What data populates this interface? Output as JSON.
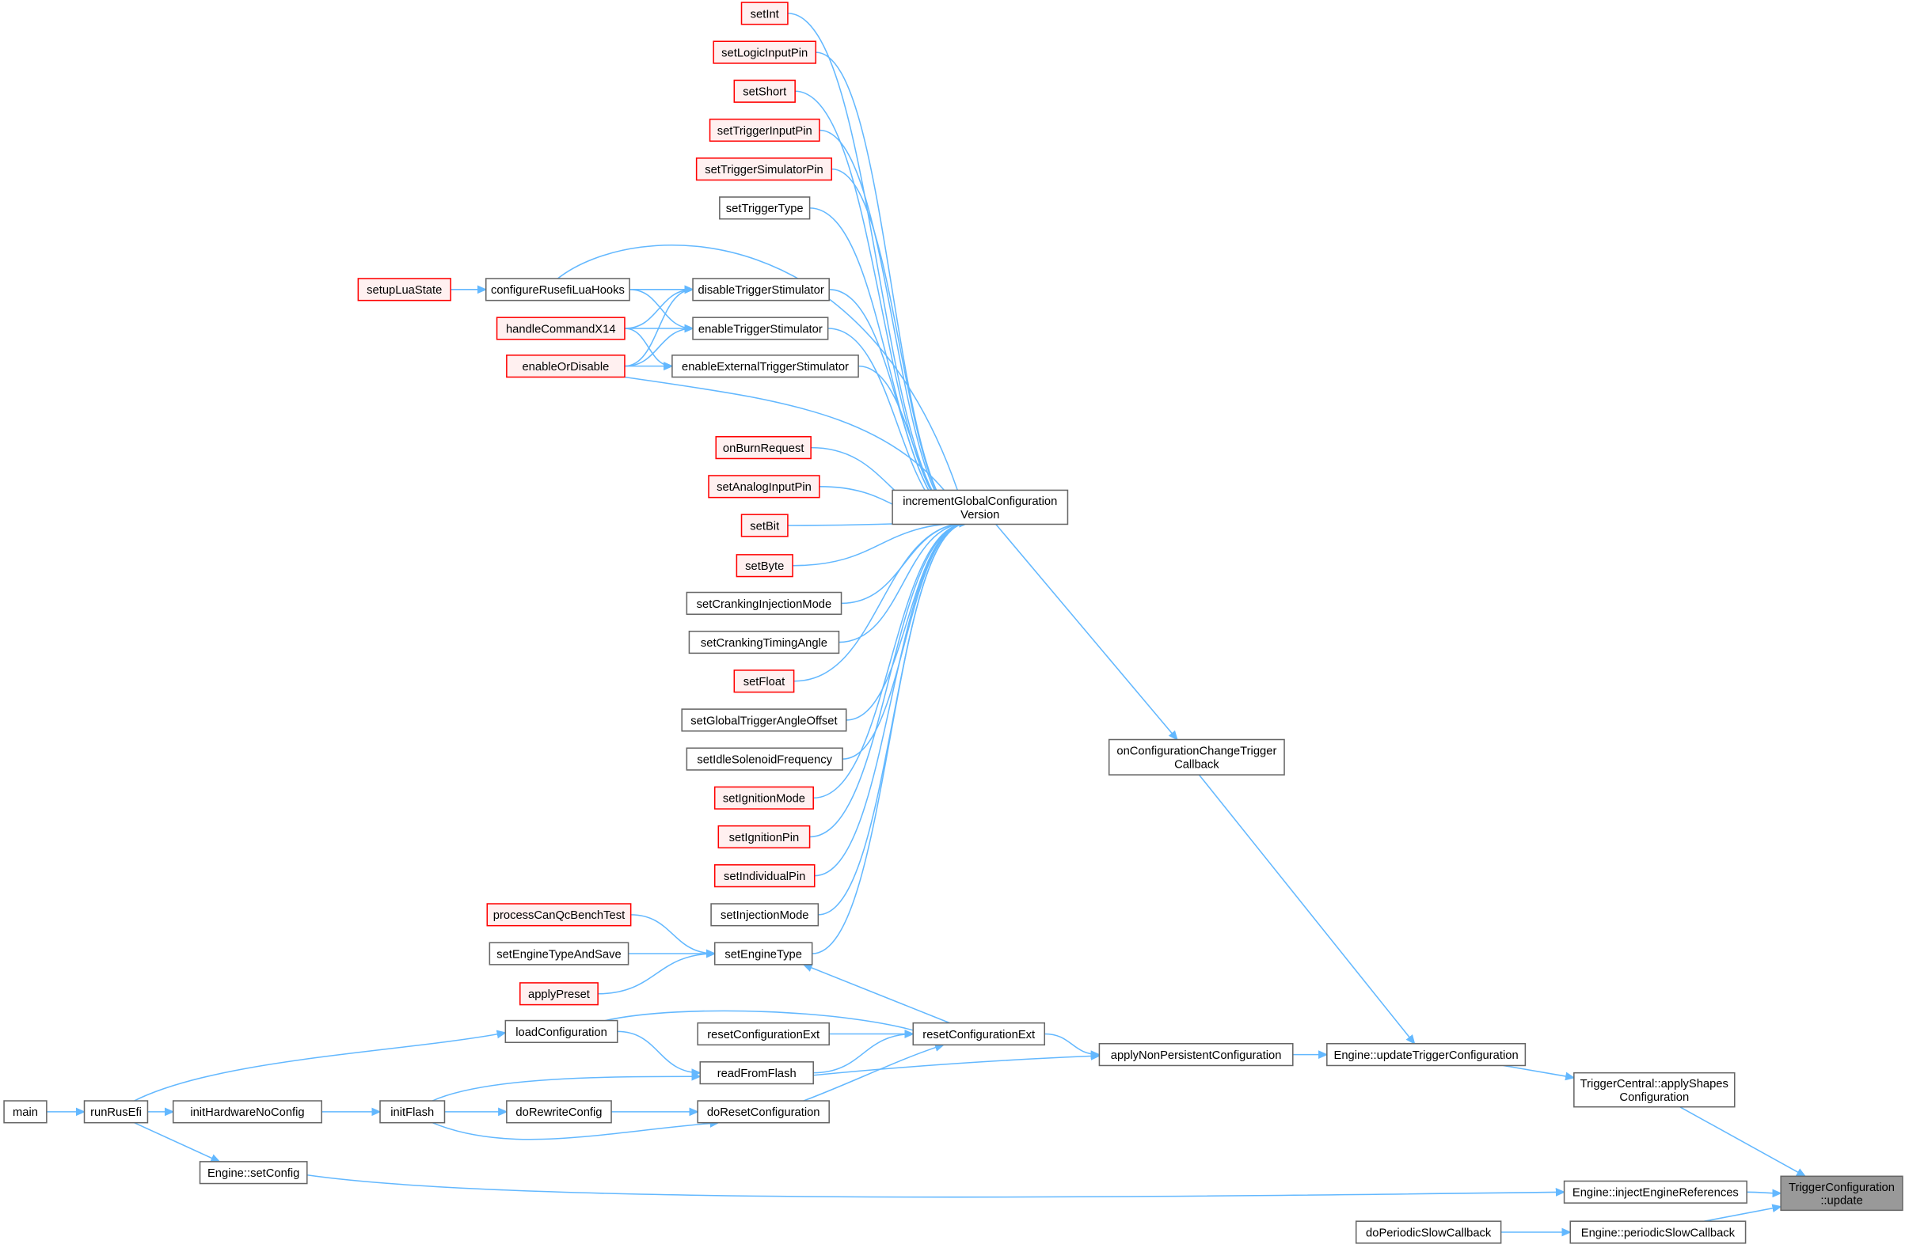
{
  "colors": {
    "edge": "#63b8ff",
    "red_border": "#ff0000",
    "highlight_fill": "#999999"
  },
  "nodes": [
    {
      "id": "setInt",
      "lines": [
        "setInt"
      ],
      "kind": "red"
    },
    {
      "id": "setLogicInputPin",
      "lines": [
        "setLogicInputPin"
      ],
      "kind": "red"
    },
    {
      "id": "setShort",
      "lines": [
        "setShort"
      ],
      "kind": "red"
    },
    {
      "id": "setTriggerInputPin",
      "lines": [
        "setTriggerInputPin"
      ],
      "kind": "red"
    },
    {
      "id": "setTriggerSimulatorPin",
      "lines": [
        "setTriggerSimulatorPin"
      ],
      "kind": "red"
    },
    {
      "id": "setTriggerType",
      "lines": [
        "setTriggerType"
      ],
      "kind": "normal"
    },
    {
      "id": "setupLuaState",
      "lines": [
        "setupLuaState"
      ],
      "kind": "red"
    },
    {
      "id": "configureRusefiLuaHooks",
      "lines": [
        "configureRusefiLuaHooks"
      ],
      "kind": "normal"
    },
    {
      "id": "disableTriggerStimulator",
      "lines": [
        "disableTriggerStimulator"
      ],
      "kind": "normal"
    },
    {
      "id": "handleCommandX14",
      "lines": [
        "handleCommandX14"
      ],
      "kind": "red"
    },
    {
      "id": "enableTriggerStimulator",
      "lines": [
        "enableTriggerStimulator"
      ],
      "kind": "normal"
    },
    {
      "id": "enableOrDisable",
      "lines": [
        "enableOrDisable"
      ],
      "kind": "red"
    },
    {
      "id": "enableExternalTriggerStimulator",
      "lines": [
        "enableExternalTriggerStimulator"
      ],
      "kind": "normal"
    },
    {
      "id": "onBurnRequest",
      "lines": [
        "onBurnRequest"
      ],
      "kind": "red"
    },
    {
      "id": "setAnalogInputPin",
      "lines": [
        "setAnalogInputPin"
      ],
      "kind": "red"
    },
    {
      "id": "setBit",
      "lines": [
        "setBit"
      ],
      "kind": "red"
    },
    {
      "id": "setByte",
      "lines": [
        "setByte"
      ],
      "kind": "red"
    },
    {
      "id": "setCrankingInjectionMode",
      "lines": [
        "setCrankingInjectionMode"
      ],
      "kind": "normal"
    },
    {
      "id": "setCrankingTimingAngle",
      "lines": [
        "setCrankingTimingAngle"
      ],
      "kind": "normal"
    },
    {
      "id": "setFloat",
      "lines": [
        "setFloat"
      ],
      "kind": "red"
    },
    {
      "id": "setGlobalTriggerAngleOffset",
      "lines": [
        "setGlobalTriggerAngleOffset"
      ],
      "kind": "normal"
    },
    {
      "id": "setIdleSolenoidFrequency",
      "lines": [
        "setIdleSolenoidFrequency"
      ],
      "kind": "normal"
    },
    {
      "id": "setIgnitionMode",
      "lines": [
        "setIgnitionMode"
      ],
      "kind": "red"
    },
    {
      "id": "setIgnitionPin",
      "lines": [
        "setIgnitionPin"
      ],
      "kind": "red"
    },
    {
      "id": "setIndividualPin",
      "lines": [
        "setIndividualPin"
      ],
      "kind": "red"
    },
    {
      "id": "setInjectionMode",
      "lines": [
        "setInjectionMode"
      ],
      "kind": "normal"
    },
    {
      "id": "processCanQcBenchTest",
      "lines": [
        "processCanQcBenchTest"
      ],
      "kind": "red"
    },
    {
      "id": "setEngineTypeAndSave",
      "lines": [
        "setEngineTypeAndSave"
      ],
      "kind": "normal"
    },
    {
      "id": "setEngineType",
      "lines": [
        "setEngineType"
      ],
      "kind": "normal"
    },
    {
      "id": "applyPreset",
      "lines": [
        "applyPreset"
      ],
      "kind": "red"
    },
    {
      "id": "incrementGlobalConfigurationVersion",
      "lines": [
        "incrementGlobalConfiguration",
        "Version"
      ],
      "kind": "normal"
    },
    {
      "id": "onConfigurationChangeTriggerCallback",
      "lines": [
        "onConfigurationChangeTrigger",
        "Callback"
      ],
      "kind": "normal"
    },
    {
      "id": "loadConfiguration",
      "lines": [
        "loadConfiguration"
      ],
      "kind": "normal"
    },
    {
      "id": "resetConfigurationExt2",
      "lines": [
        "resetConfigurationExt"
      ],
      "kind": "normal"
    },
    {
      "id": "resetConfigurationExt",
      "lines": [
        "resetConfigurationExt"
      ],
      "kind": "normal"
    },
    {
      "id": "readFromFlash",
      "lines": [
        "readFromFlash"
      ],
      "kind": "normal"
    },
    {
      "id": "applyNonPersistentConfiguration",
      "lines": [
        "applyNonPersistentConfiguration"
      ],
      "kind": "normal"
    },
    {
      "id": "updateTriggerConfiguration",
      "lines": [
        "Engine::updateTriggerConfiguration"
      ],
      "kind": "normal"
    },
    {
      "id": "doRewriteConfig",
      "lines": [
        "doRewriteConfig"
      ],
      "kind": "normal"
    },
    {
      "id": "doResetConfiguration",
      "lines": [
        "doResetConfiguration"
      ],
      "kind": "normal"
    },
    {
      "id": "initFlash",
      "lines": [
        "initFlash"
      ],
      "kind": "normal"
    },
    {
      "id": "initHardwareNoConfig",
      "lines": [
        "initHardwareNoConfig"
      ],
      "kind": "normal"
    },
    {
      "id": "runRusEfi",
      "lines": [
        "runRusEfi"
      ],
      "kind": "normal"
    },
    {
      "id": "main",
      "lines": [
        "main"
      ],
      "kind": "normal"
    },
    {
      "id": "setConfig",
      "lines": [
        "Engine::setConfig"
      ],
      "kind": "normal"
    },
    {
      "id": "applyShapesConfiguration",
      "lines": [
        "TriggerCentral::applyShapes",
        "Configuration"
      ],
      "kind": "normal"
    },
    {
      "id": "injectEngineReferences",
      "lines": [
        "Engine::injectEngineReferences"
      ],
      "kind": "normal"
    },
    {
      "id": "update",
      "lines": [
        "TriggerConfiguration",
        "::update"
      ],
      "kind": "highlight"
    },
    {
      "id": "doPeriodicSlowCallback",
      "lines": [
        "doPeriodicSlowCallback"
      ],
      "kind": "normal"
    },
    {
      "id": "periodicSlowCallback",
      "lines": [
        "Engine::periodicSlowCallback"
      ],
      "kind": "normal"
    }
  ],
  "edges": [
    [
      "setInt",
      "incrementGlobalConfigurationVersion"
    ],
    [
      "setLogicInputPin",
      "incrementGlobalConfigurationVersion"
    ],
    [
      "setShort",
      "incrementGlobalConfigurationVersion"
    ],
    [
      "setTriggerInputPin",
      "incrementGlobalConfigurationVersion"
    ],
    [
      "setTriggerSimulatorPin",
      "incrementGlobalConfigurationVersion"
    ],
    [
      "setTriggerType",
      "incrementGlobalConfigurationVersion"
    ],
    [
      "setupLuaState",
      "configureRusefiLuaHooks"
    ],
    [
      "configureRusefiLuaHooks",
      "disableTriggerStimulator"
    ],
    [
      "configureRusefiLuaHooks",
      "enableTriggerStimulator"
    ],
    [
      "configureRusefiLuaHooks",
      "incrementGlobalConfigurationVersion"
    ],
    [
      "handleCommandX14",
      "disableTriggerStimulator"
    ],
    [
      "handleCommandX14",
      "enableTriggerStimulator"
    ],
    [
      "handleCommandX14",
      "enableExternalTriggerStimulator"
    ],
    [
      "enableOrDisable",
      "disableTriggerStimulator"
    ],
    [
      "enableOrDisable",
      "enableTriggerStimulator"
    ],
    [
      "enableOrDisable",
      "enableExternalTriggerStimulator"
    ],
    [
      "enableOrDisable",
      "incrementGlobalConfigurationVersion"
    ],
    [
      "disableTriggerStimulator",
      "incrementGlobalConfigurationVersion"
    ],
    [
      "enableTriggerStimulator",
      "incrementGlobalConfigurationVersion"
    ],
    [
      "enableExternalTriggerStimulator",
      "incrementGlobalConfigurationVersion"
    ],
    [
      "onBurnRequest",
      "incrementGlobalConfigurationVersion"
    ],
    [
      "setAnalogInputPin",
      "incrementGlobalConfigurationVersion"
    ],
    [
      "setBit",
      "incrementGlobalConfigurationVersion"
    ],
    [
      "setByte",
      "incrementGlobalConfigurationVersion"
    ],
    [
      "setCrankingInjectionMode",
      "incrementGlobalConfigurationVersion"
    ],
    [
      "setCrankingTimingAngle",
      "incrementGlobalConfigurationVersion"
    ],
    [
      "setFloat",
      "incrementGlobalConfigurationVersion"
    ],
    [
      "setGlobalTriggerAngleOffset",
      "incrementGlobalConfigurationVersion"
    ],
    [
      "setIdleSolenoidFrequency",
      "incrementGlobalConfigurationVersion"
    ],
    [
      "setIgnitionMode",
      "incrementGlobalConfigurationVersion"
    ],
    [
      "setIgnitionPin",
      "incrementGlobalConfigurationVersion"
    ],
    [
      "setIndividualPin",
      "incrementGlobalConfigurationVersion"
    ],
    [
      "setInjectionMode",
      "incrementGlobalConfigurationVersion"
    ],
    [
      "setEngineType",
      "incrementGlobalConfigurationVersion"
    ],
    [
      "processCanQcBenchTest",
      "setEngineType"
    ],
    [
      "setEngineTypeAndSave",
      "setEngineType"
    ],
    [
      "applyPreset",
      "setEngineType"
    ],
    [
      "resetConfigurationExt",
      "setEngineType"
    ],
    [
      "incrementGlobalConfigurationVersion",
      "onConfigurationChangeTriggerCallback"
    ],
    [
      "onConfigurationChangeTriggerCallback",
      "updateTriggerConfiguration"
    ],
    [
      "loadConfiguration",
      "resetConfigurationExt"
    ],
    [
      "loadConfiguration",
      "readFromFlash"
    ],
    [
      "resetConfigurationExt2",
      "resetConfigurationExt"
    ],
    [
      "readFromFlash",
      "resetConfigurationExt"
    ],
    [
      "doResetConfiguration",
      "resetConfigurationExt"
    ],
    [
      "readFromFlash",
      "applyNonPersistentConfiguration"
    ],
    [
      "resetConfigurationExt",
      "applyNonPersistentConfiguration"
    ],
    [
      "applyNonPersistentConfiguration",
      "updateTriggerConfiguration"
    ],
    [
      "updateTriggerConfiguration",
      "applyShapesConfiguration"
    ],
    [
      "applyShapesConfiguration",
      "update"
    ],
    [
      "main",
      "runRusEfi"
    ],
    [
      "runRusEfi",
      "initHardwareNoConfig"
    ],
    [
      "runRusEfi",
      "loadConfiguration"
    ],
    [
      "runRusEfi",
      "setConfig"
    ],
    [
      "initHardwareNoConfig",
      "initFlash"
    ],
    [
      "initFlash",
      "readFromFlash"
    ],
    [
      "initFlash",
      "doRewriteConfig"
    ],
    [
      "initFlash",
      "doResetConfiguration"
    ],
    [
      "doRewriteConfig",
      "doResetConfiguration"
    ],
    [
      "setConfig",
      "injectEngineReferences"
    ],
    [
      "injectEngineReferences",
      "update"
    ],
    [
      "doPeriodicSlowCallback",
      "periodicSlowCallback"
    ],
    [
      "periodicSlowCallback",
      "update"
    ]
  ]
}
